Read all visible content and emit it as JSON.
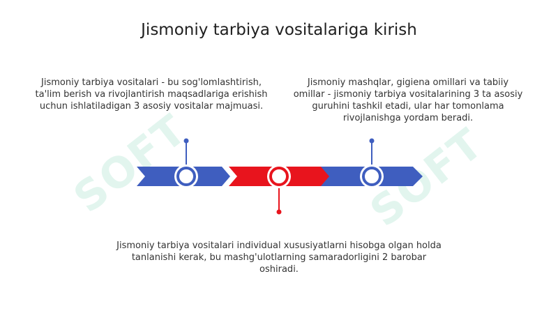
{
  "title": "Jismoniy tarbiya vositalariga kirish",
  "descriptions": {
    "left": "Jismoniy tarbiya vositalari - bu sog'lomlashtirish, ta'lim berish va rivojlantirish maqsadlariga erishish uchun ishlatiladigan 3 asosiy vositalar majmuasi.",
    "right": "Jismoniy mashqlar, gigiena omillari va tabiiy omillar - jismoniy tarbiya vositalarining 3 ta asosiy guruhini tashkil etadi, ular har tomonlama rivojlanishga yordam beradi.",
    "bottom": "Jismoniy tarbiya vositalari individual xususiyatlarni hisobga olgan holda tanlanishi kerak, bu mashg'ulotlarning samaradorligini 2 barobar oshiradi."
  },
  "watermark": "SOFT",
  "colors": {
    "blue": "#3f5ebf",
    "red": "#e8141d",
    "watermark": "#63c9a6"
  }
}
